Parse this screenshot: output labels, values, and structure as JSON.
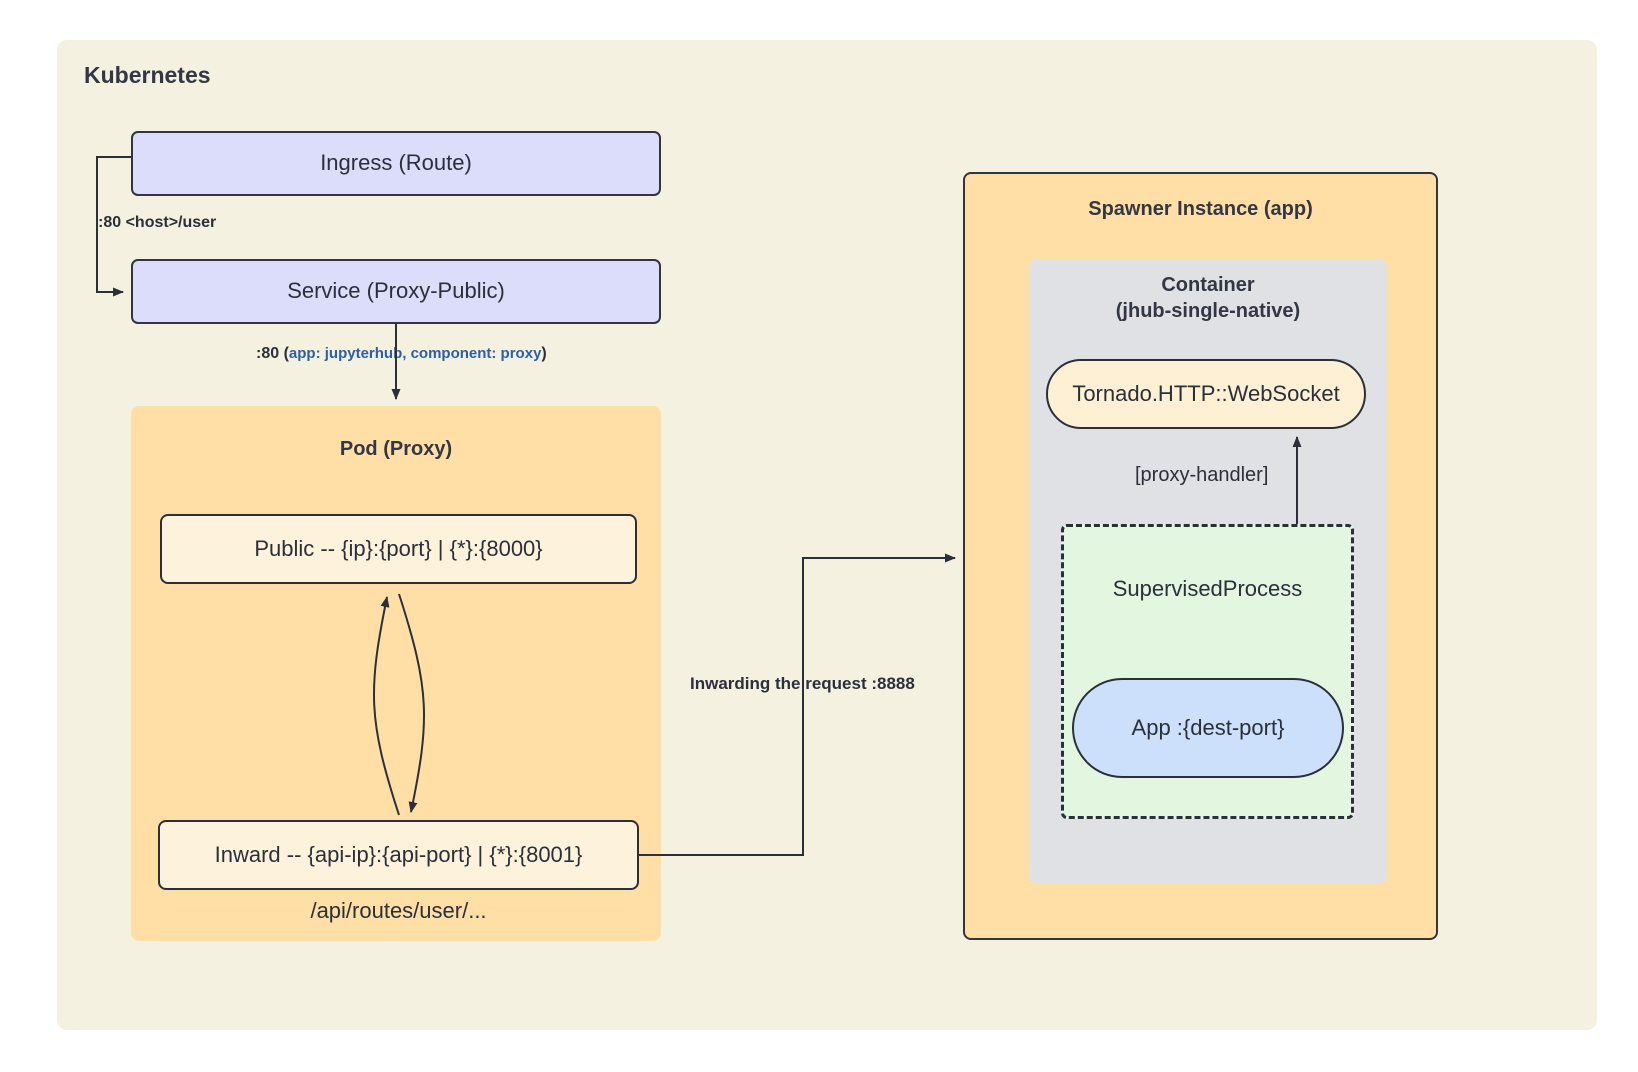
{
  "diagram": {
    "title": "Kubernetes",
    "background": "#f5f1e1"
  },
  "colors": {
    "canvas": "#f5f1e1",
    "lavender": "#dcdcfb",
    "orange": "#ffdfa6",
    "grey": "#dfe1e5",
    "cream": "#fdf3dd",
    "green": "#e3f7e0",
    "blue": "#cce0fc",
    "stroke": "#2b2f3a",
    "accent_blue_text": "#2b5fa8"
  },
  "nodes": {
    "ingress": "Ingress (Route)",
    "service": "Service (Proxy-Public)",
    "pod_proxy_title": "Pod (Proxy)",
    "public_listener": "Public -- {ip}:{port} | {*}:{8000}",
    "inward_listener": "Inward -- {api-ip}:{api-port} | {*}:{8001}",
    "api_routes_label": "/api/routes/user/...",
    "spawner_title": "Spawner Instance (app)",
    "container_title": "Container\n(jhub-single-native)",
    "tornado": "Tornado.HTTP::WebSocket",
    "supervised_process": "SupervisedProcess",
    "app": "App :{dest-port}"
  },
  "edges": {
    "ingress_to_service": ":80 <host>/user",
    "service_to_pod_port": ":80 (",
    "service_to_pod_selector": "app: jupyterhub, component: proxy",
    "service_to_pod_close": ")",
    "inward_to_spawner": "Inwarding the request :8888",
    "proxy_handler": "[proxy-handler]"
  }
}
